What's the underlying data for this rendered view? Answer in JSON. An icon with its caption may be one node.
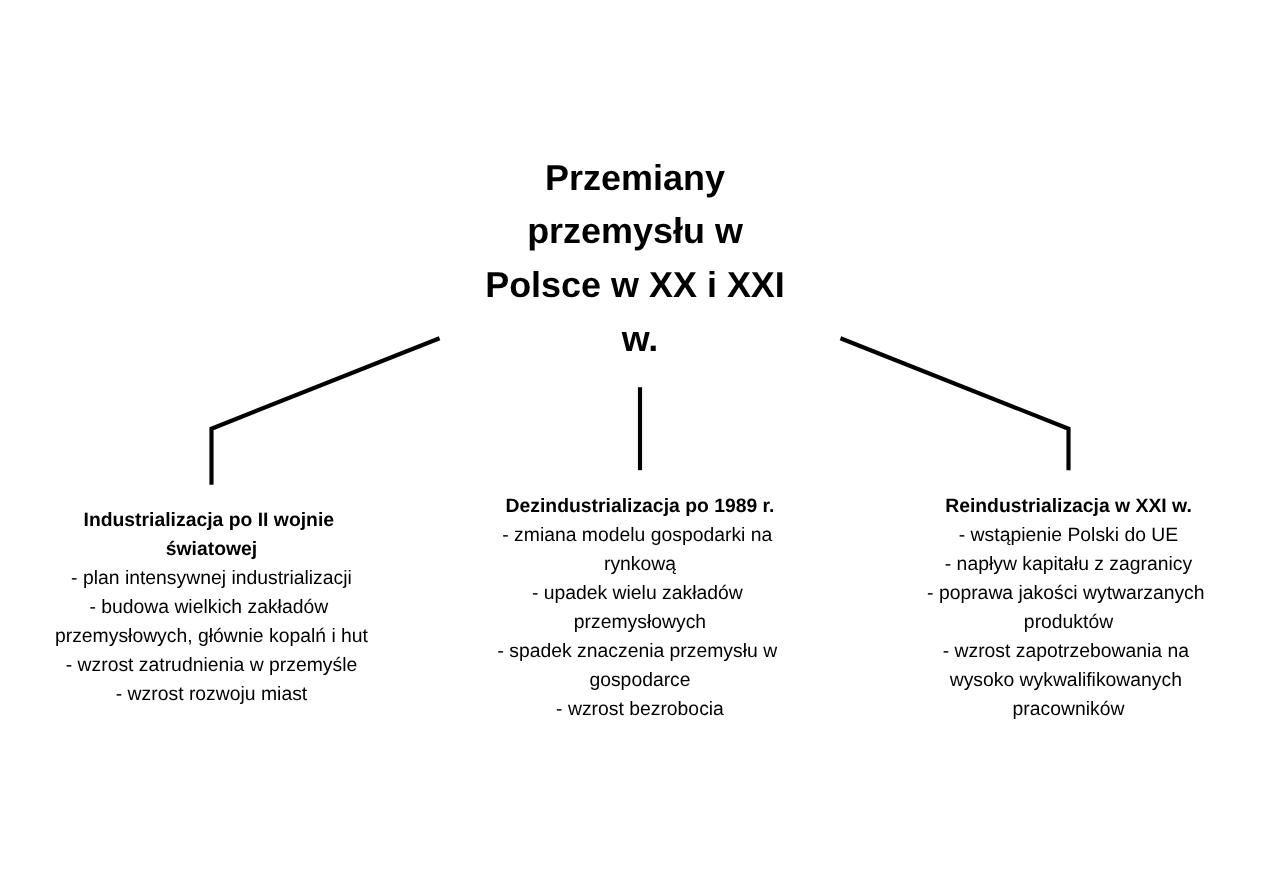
{
  "diagram": {
    "nodes": [
      {
        "text": [
          "Przemiany przemysłu w Polsce w XX i XXI w."
        ]
      },
      {
        "text": [
          "Industrializacja po II wojnie światowej",
          "- plan intensywnej industrializacji",
          "- budowa wielkich zakładów przemysłowych, głównie kopalń i hut",
          "- wzrost zatrudnienia w przemyśle",
          "- wzrost rozwoju miast"
        ]
      },
      {
        "text": [
          "Dezindustrializacja po 1989 r.",
          "- zmiana modelu gospodarki na rynkową",
          "- upadek wielu zakładów przemysłowych",
          "- spadek znaczenia przemysłu w gospodarce",
          "- wzrost bezrobocia"
        ]
      },
      {
        "text": [
          "Reindustrializacja w XXI w.",
          "- wstąpienie Polski do UE",
          "- napływ kapitału z zagranicy",
          "- poprawa jakości wytwarzanych produktów",
          "- wzrost zapotrzebowania na wysoko wykwalifikowanych pracowników"
        ]
      }
    ],
    "edges": [
      {
        "from": 0,
        "to": 1,
        "arrow": "none"
      },
      {
        "from": 0,
        "to": 2,
        "arrow": "none"
      },
      {
        "from": 0,
        "to": 3,
        "arrow": "none"
      }
    ]
  }
}
